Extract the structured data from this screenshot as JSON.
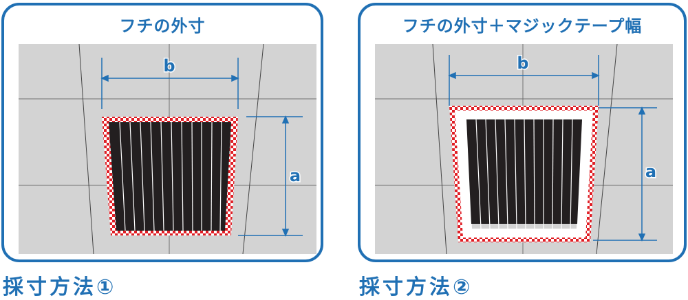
{
  "panels": [
    {
      "title": "フチの外寸",
      "caption": "採寸方法①",
      "labels": {
        "width": "b",
        "height": "a"
      },
      "border_style": "checkered frame directly around vent",
      "magic_tape_margin": false
    },
    {
      "title": "フチの外寸＋マジックテープ幅",
      "caption": "採寸方法②",
      "labels": {
        "width": "b",
        "height": "a"
      },
      "border_style": "checkered frame with white margin around vent",
      "magic_tape_margin": true
    }
  ],
  "colors": {
    "accent": "#2070b4",
    "checker_red": "#e01e25",
    "ceiling_gray": "#d3d3d3",
    "vent_black": "#231f20",
    "grid_line": "#707070"
  }
}
